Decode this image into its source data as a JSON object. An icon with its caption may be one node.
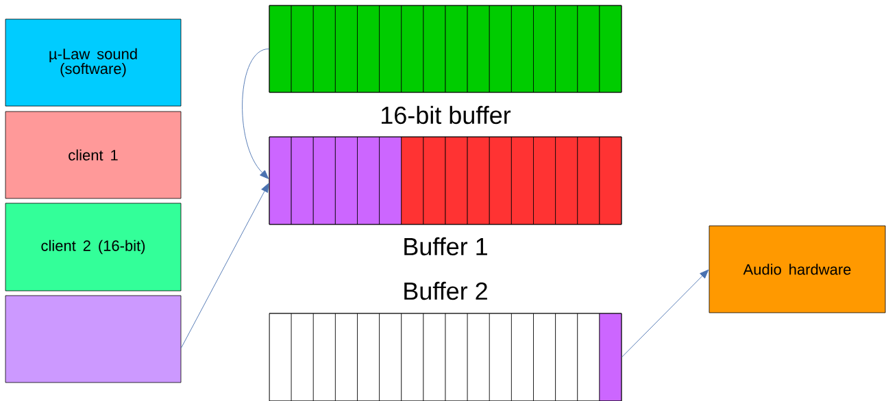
{
  "diagram": {
    "nodes": [
      {
        "text": [
          "µ-Law sound (software)"
        ]
      },
      {
        "text": [
          "client 1"
        ]
      },
      {
        "text": [
          "client 2 (16-bit)"
        ]
      },
      {
        "text": [],
        "shape": "box"
      },
      {
        "text": [
          "16-bit buffer"
        ]
      },
      {
        "text": [
          "Buffer 1"
        ]
      },
      {
        "text": [
          "Buffer 2"
        ]
      },
      {
        "text": [
          "Audio hardware"
        ]
      }
    ],
    "edges": [
      {
        "from": 4,
        "to": 5,
        "arrow": "to"
      },
      {
        "from": 3,
        "to": 5,
        "arrow": "to"
      },
      {
        "from": 6,
        "to": 7,
        "arrow": "to"
      }
    ]
  }
}
